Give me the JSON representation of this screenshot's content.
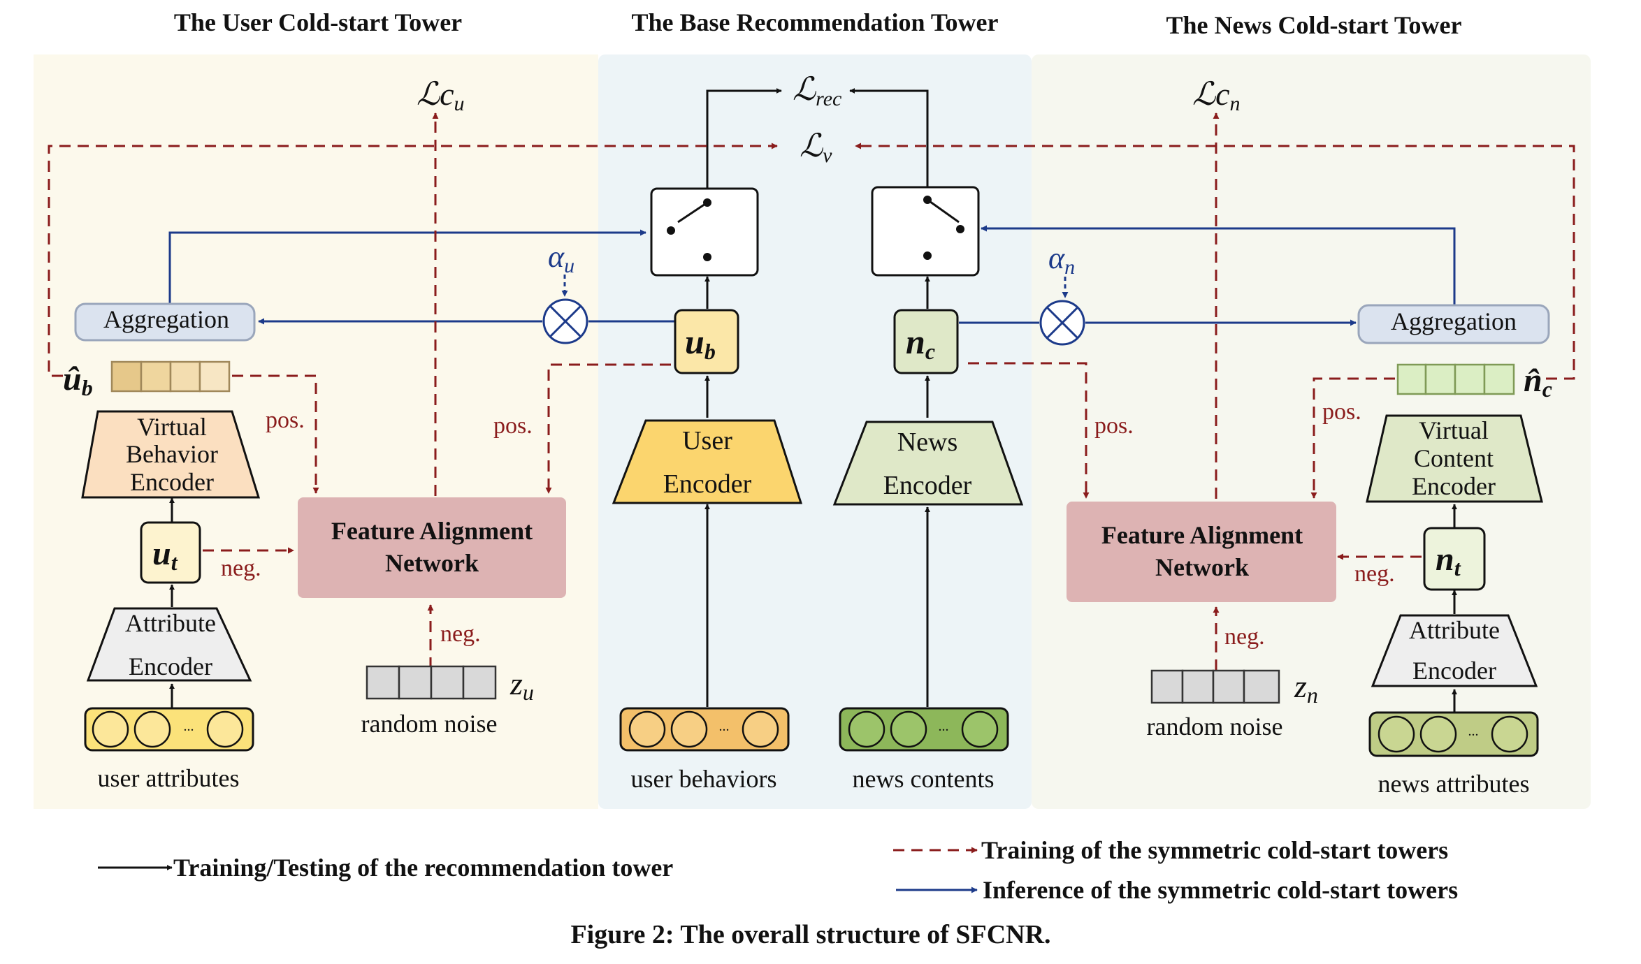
{
  "titles": {
    "user_tower": "The User Cold-start Tower",
    "base_tower": "The Base Recommendation Tower",
    "news_tower": "The News Cold-start Tower"
  },
  "losses": {
    "lc_u": "ℒc",
    "lc_u_sub": "u",
    "l_rec": "ℒ",
    "l_rec_sub": "rec",
    "l_v": "ℒ",
    "l_v_sub": "v",
    "lc_n": "ℒc",
    "lc_n_sub": "n"
  },
  "left": {
    "aggregation": "Aggregation",
    "ub_hat": "û",
    "ub_hat_sub": "b",
    "vbe_line1": "Virtual",
    "vbe_line2": "Behavior",
    "vbe_line3": "Encoder",
    "ut": "u",
    "ut_sub": "t",
    "attr_line1": "Attribute",
    "attr_line2": "Encoder",
    "user_attributes": "user attributes",
    "fan_line1": "Feature Alignment",
    "fan_line2": "Network",
    "pos1": "pos.",
    "pos2": "pos.",
    "neg1": "neg.",
    "neg2": "neg.",
    "zu": "z",
    "zu_sub": "u",
    "random_noise": "random noise",
    "alpha": "α",
    "alpha_sub": "u",
    "dots": "..."
  },
  "middle": {
    "ub": "u",
    "ub_sub": "b",
    "nc": "n",
    "nc_sub": "c",
    "user_enc_line1": "User",
    "user_enc_line2": "Encoder",
    "news_enc_line1": "News",
    "news_enc_line2": "Encoder",
    "user_behaviors": "user behaviors",
    "news_contents": "news contents",
    "dots": "..."
  },
  "right": {
    "aggregation": "Aggregation",
    "nc_hat": "n̂",
    "nc_hat_sub": "c",
    "vce_line1": "Virtual",
    "vce_line2": "Content",
    "vce_line3": "Encoder",
    "nt": "n",
    "nt_sub": "t",
    "attr_line1": "Attribute",
    "attr_line2": "Encoder",
    "news_attributes": "news attributes",
    "fan_line1": "Feature Alignment",
    "fan_line2": "Network",
    "pos1": "pos.",
    "pos2": "pos.",
    "neg1": "neg.",
    "neg2": "neg.",
    "zn": "z",
    "zn_sub": "n",
    "random_noise": "random noise",
    "alpha": "α",
    "alpha_sub": "n",
    "dots": "..."
  },
  "legend": {
    "black": "Training/Testing of the recommendation tower",
    "red": "Training of the symmetric cold-start towers",
    "blue": "Inference of the symmetric cold-start towers"
  },
  "caption": "Figure 2: The overall structure of SFCNR.",
  "colors": {
    "user_panel": "#fcf9ec",
    "base_panel": "#edf4f7",
    "news_panel": "#f6f7ef",
    "red_line": "#8a1c1c",
    "blue_line": "#1c3a8a",
    "fan_fill": "#ddb3b3",
    "agg_fill": "#dbe3ef",
    "yellow_fill": "#fbe7a8",
    "green_fill": "#dfe8c8",
    "vbe_fill": "#fbdfc0",
    "grey_fill": "#eeeeee"
  }
}
